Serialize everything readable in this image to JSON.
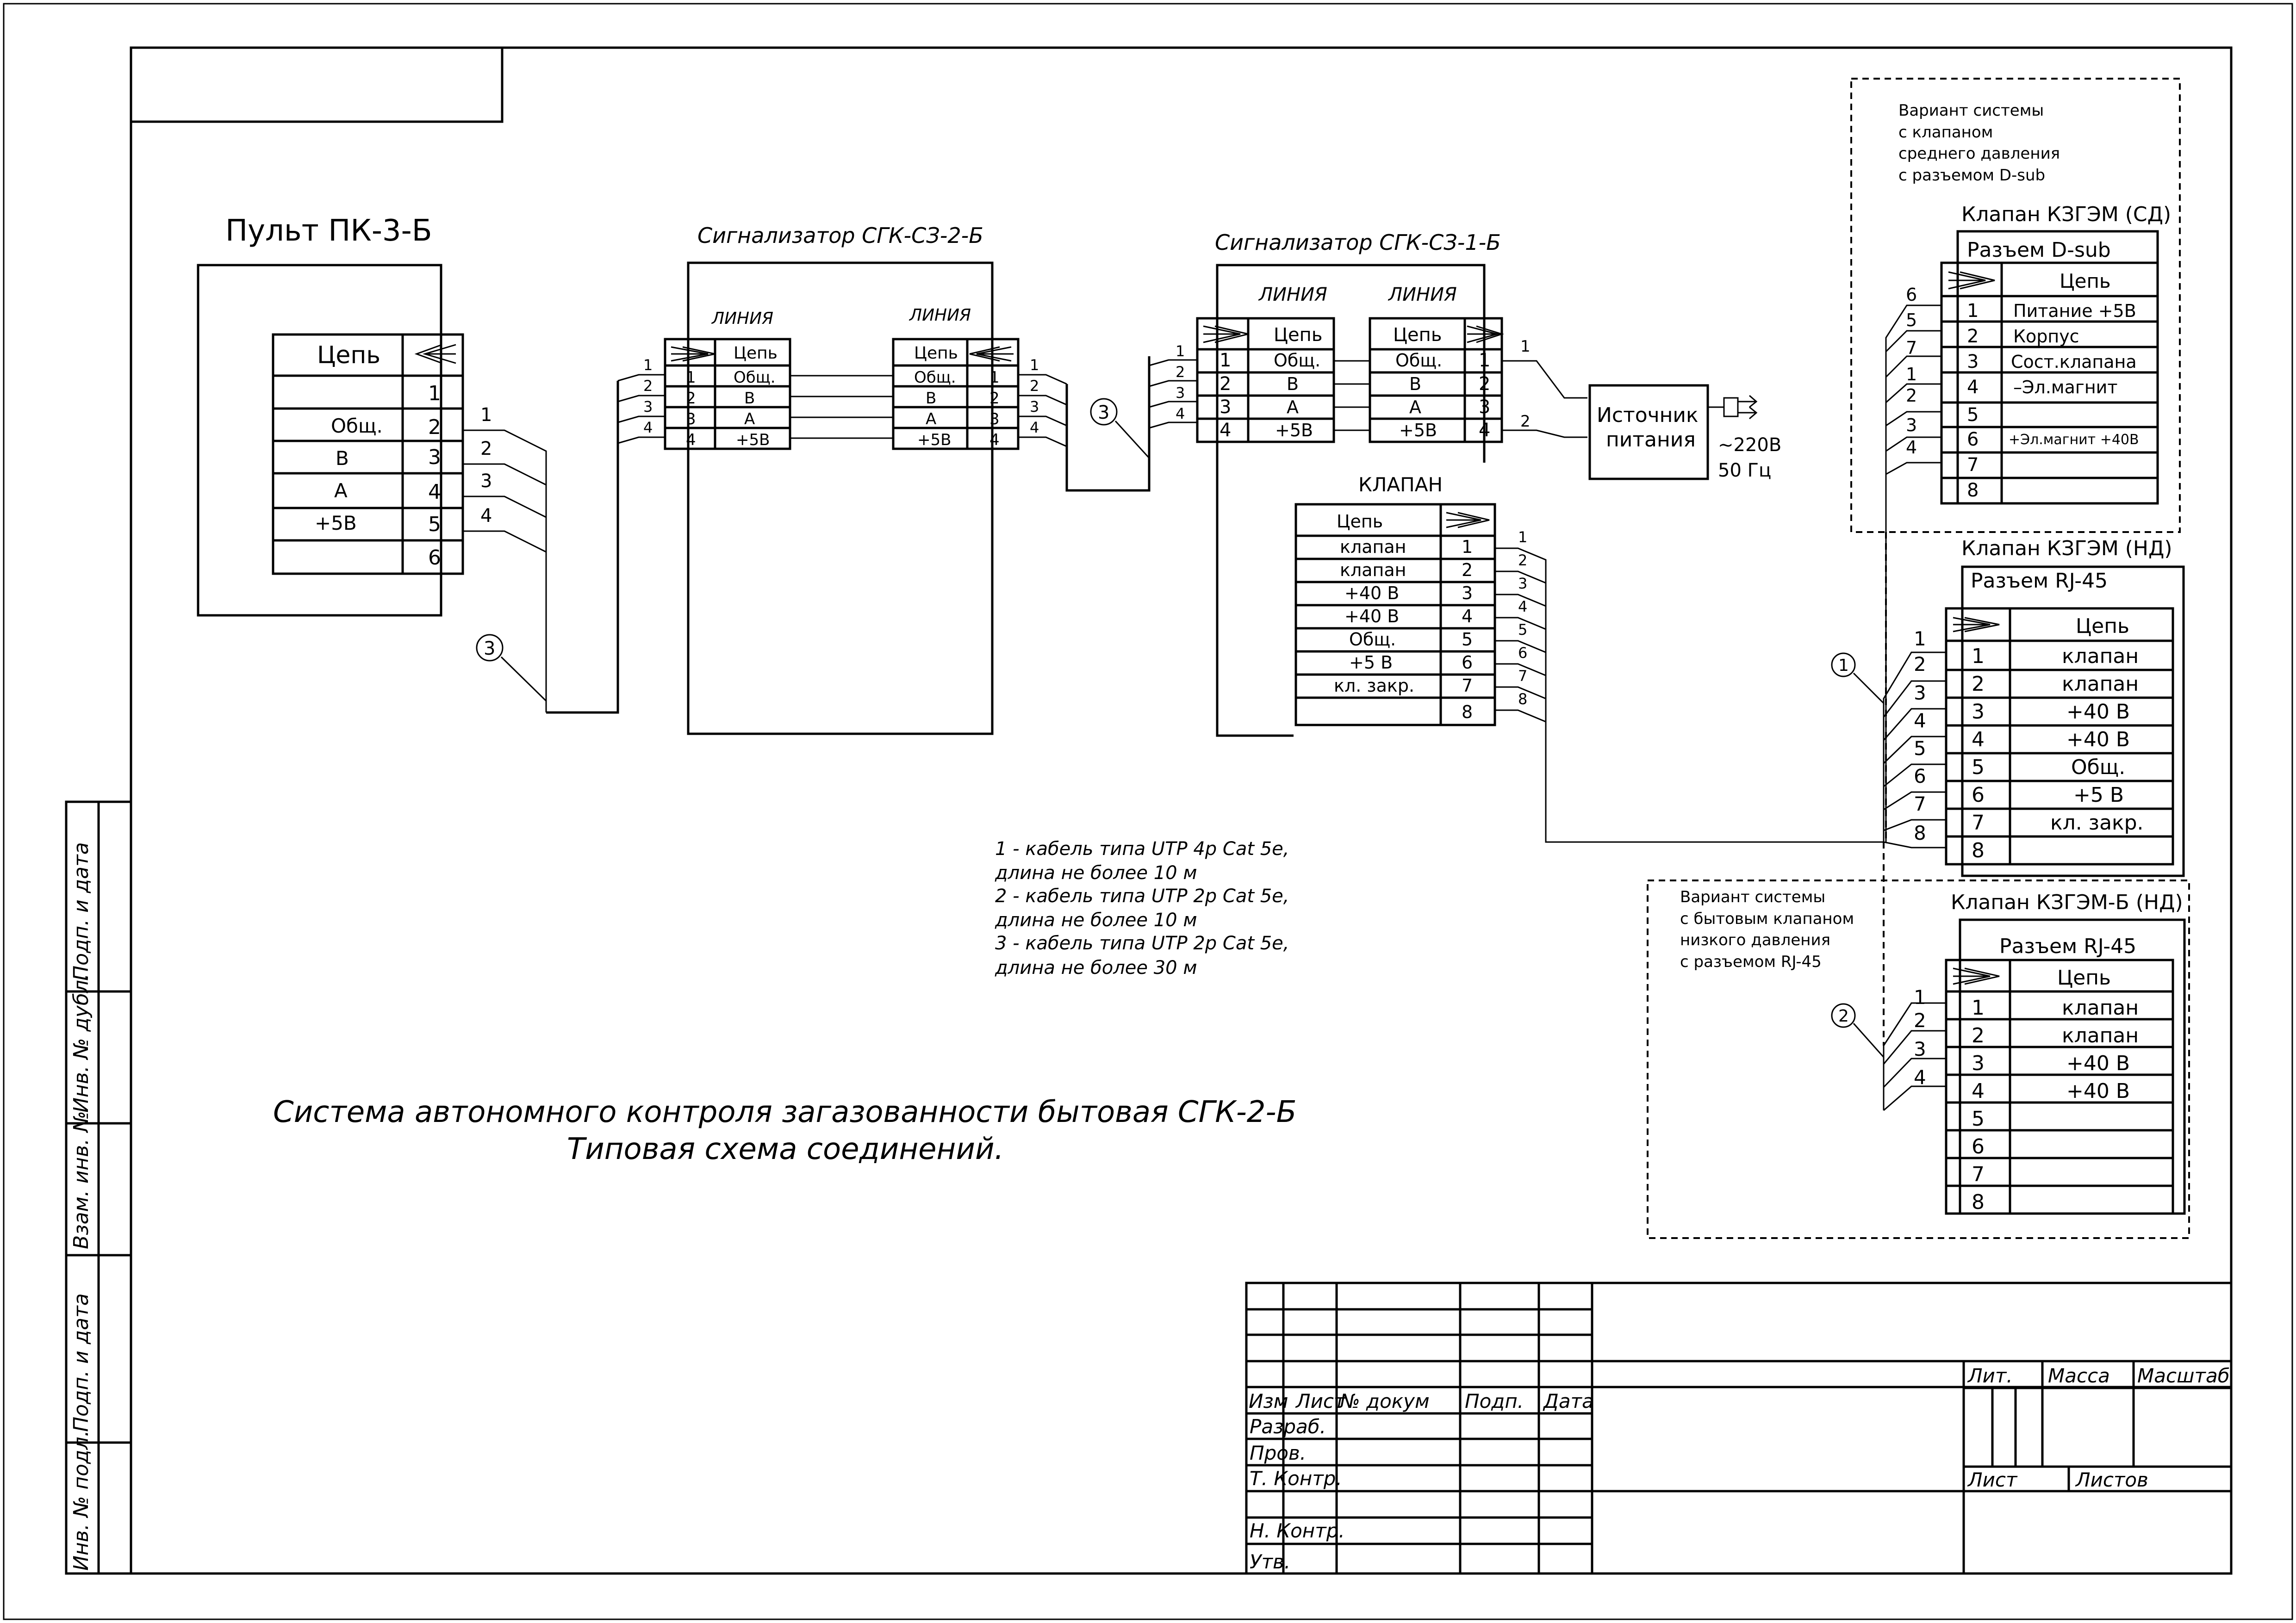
{
  "panel": {
    "title": "Пульт ПК-3-Б",
    "header": "Цепь",
    "rows": [
      {
        "pin": "1",
        "circuit": ""
      },
      {
        "pin": "2",
        "circuit": "Общ."
      },
      {
        "pin": "3",
        "circuit": "В"
      },
      {
        "pin": "4",
        "circuit": "А"
      },
      {
        "pin": "5",
        "circuit": "+5В"
      },
      {
        "pin": "6",
        "circuit": ""
      }
    ],
    "wires": [
      "1",
      "2",
      "3",
      "4"
    ]
  },
  "sgk32": {
    "title": "Сигнализатор СГК-СЗ-2-Б",
    "left_label": "ЛИНИЯ",
    "right_label": "ЛИНИЯ",
    "header": "Цепь",
    "rows": [
      {
        "pin": "1",
        "circuit": "Общ."
      },
      {
        "pin": "2",
        "circuit": "В"
      },
      {
        "pin": "3",
        "circuit": "А"
      },
      {
        "pin": "4",
        "circuit": "+5В"
      }
    ],
    "wires": [
      "1",
      "2",
      "3",
      "4"
    ]
  },
  "sgk31": {
    "title": "Сигнализатор СГК-СЗ-1-Б",
    "left_label": "ЛИНИЯ",
    "right_label": "ЛИНИЯ",
    "header": "Цепь",
    "rows": [
      {
        "pin": "1",
        "circuit": "Общ."
      },
      {
        "pin": "2",
        "circuit": "В"
      },
      {
        "pin": "3",
        "circuit": "А"
      },
      {
        "pin": "4",
        "circuit": "+5В"
      }
    ],
    "wires": [
      "1",
      "2",
      "3",
      "4"
    ],
    "power_wires": [
      "1",
      "2"
    ],
    "valve_label": "КЛАПАН",
    "valve_header": "Цепь",
    "valve_rows": [
      {
        "pin": "1",
        "circuit": "клапан"
      },
      {
        "pin": "2",
        "circuit": "клапан"
      },
      {
        "pin": "3",
        "circuit": "+40 В"
      },
      {
        "pin": "4",
        "circuit": "+40 В"
      },
      {
        "pin": "5",
        "circuit": "Общ."
      },
      {
        "pin": "6",
        "circuit": "+5 В"
      },
      {
        "pin": "7",
        "circuit": "кл. закр."
      },
      {
        "pin": "8",
        "circuit": ""
      }
    ],
    "valve_wires": [
      "1",
      "2",
      "3",
      "4",
      "5",
      "6",
      "7",
      "8"
    ]
  },
  "power": {
    "line1": "Источник",
    "line2": "питания",
    "voltage": "~220В",
    "frequency": "50 Гц"
  },
  "cable_marks": [
    "3",
    "3",
    "1",
    "2"
  ],
  "variant_sd": {
    "note": [
      "Вариант системы",
      "с клапаном",
      "среднего давления",
      "с разъемом D-sub"
    ],
    "title": "Клапан КЗГЭМ (СД)",
    "connector": "Разъем D-sub",
    "header": "Цепь",
    "rows": [
      {
        "pin": "1",
        "circuit": "Питание +5В"
      },
      {
        "pin": "2",
        "circuit": "Корпус"
      },
      {
        "pin": "3",
        "circuit": "Сост.клапана"
      },
      {
        "pin": "4",
        "circuit": "–Эл.магнит"
      },
      {
        "pin": "5",
        "circuit": ""
      },
      {
        "pin": "6",
        "circuit": "+Эл.магнит +40В"
      },
      {
        "pin": "7",
        "circuit": ""
      },
      {
        "pin": "8",
        "circuit": ""
      }
    ],
    "wires": [
      "6",
      "5",
      "7",
      "1",
      "2",
      "3",
      "4"
    ]
  },
  "valve_nd": {
    "title": "Клапан КЗГЭМ (НД)",
    "connector": "Разъем RJ-45",
    "header": "Цепь",
    "rows": [
      {
        "pin": "1",
        "circuit": "клапан"
      },
      {
        "pin": "2",
        "circuit": "клапан"
      },
      {
        "pin": "3",
        "circuit": "+40 В"
      },
      {
        "pin": "4",
        "circuit": "+40 В"
      },
      {
        "pin": "5",
        "circuit": "Общ."
      },
      {
        "pin": "6",
        "circuit": "+5 В"
      },
      {
        "pin": "7",
        "circuit": "кл. закр."
      },
      {
        "pin": "8",
        "circuit": ""
      }
    ],
    "wires": [
      "1",
      "2",
      "3",
      "4",
      "5",
      "6",
      "7",
      "8"
    ]
  },
  "variant_nd_b": {
    "note": [
      "Вариант системы",
      "с бытовым клапаном",
      "низкого давления",
      "с разъемом RJ-45"
    ],
    "title": "Клапан КЗГЭМ-Б (НД)",
    "connector": "Разъем RJ-45",
    "header": "Цепь",
    "rows": [
      {
        "pin": "1",
        "circuit": "клапан"
      },
      {
        "pin": "2",
        "circuit": "клапан"
      },
      {
        "pin": "3",
        "circuit": "+40 В"
      },
      {
        "pin": "4",
        "circuit": "+40 В"
      },
      {
        "pin": "5",
        "circuit": ""
      },
      {
        "pin": "6",
        "circuit": ""
      },
      {
        "pin": "7",
        "circuit": ""
      },
      {
        "pin": "8",
        "circuit": ""
      }
    ],
    "wires": [
      "1",
      "2",
      "3",
      "4"
    ]
  },
  "notes": [
    "1 - кабель типа UTP 4p Cat 5e,",
    "длина не более 10 м",
    "2 - кабель типа UTP 2p Cat 5e,",
    "длина не более 10 м",
    "3 - кабель типа UTP 2p Cat 5e,",
    "длина не более 30 м"
  ],
  "caption": {
    "line1": "Система автономного контроля загазованности бытовая СГК-2-Б",
    "line2": "Типовая схема соединений."
  },
  "side_stamps": [
    "Подп. и дата",
    "Инв. № дубл.",
    "Взам. инв. №",
    "Подп. и дата",
    "Инв. № подл."
  ],
  "title_block": {
    "cols": [
      "Изм",
      "Лист",
      "№ докум",
      "Подп.",
      "Дата"
    ],
    "roles": [
      "Разраб.",
      "Пров.",
      "Т. Контр.",
      "",
      "Н. Контр.",
      "Утв."
    ],
    "lit": "Лит.",
    "mass": "Масса",
    "scale": "Масштаб",
    "sheet": "Лист",
    "sheets": "Листов"
  }
}
